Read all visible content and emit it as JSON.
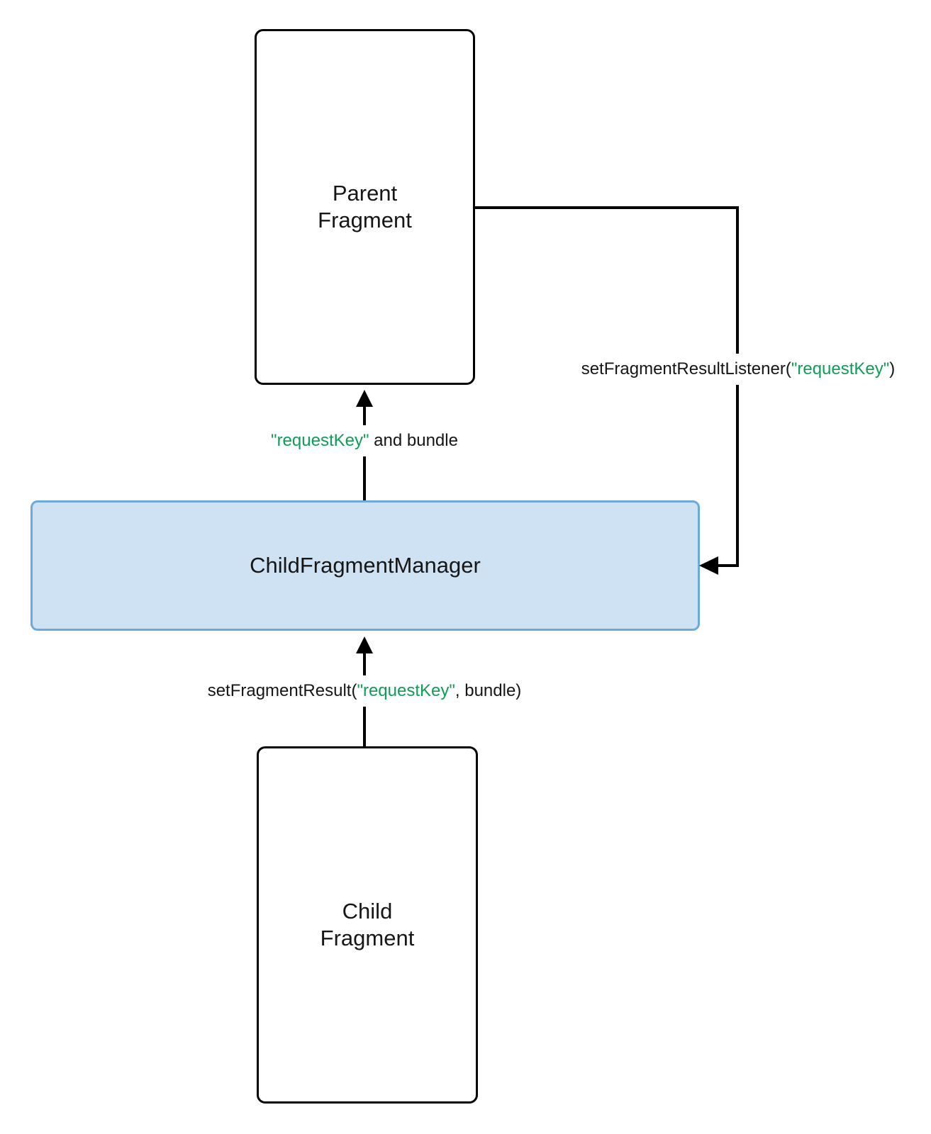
{
  "colors": {
    "key_green": "#0f9d58",
    "line_black": "#000000",
    "manager_fill": "#cfe2f3",
    "manager_border": "#6fa8dc",
    "text_black": "#161616",
    "page_bg": "#ffffff"
  },
  "boxes": {
    "parent": {
      "label_line1": "Parent",
      "label_line2": "Fragment"
    },
    "manager": {
      "label": "ChildFragmentManager"
    },
    "child": {
      "label_line1": "Child",
      "label_line2": "Fragment"
    }
  },
  "annotations": {
    "listener": {
      "prefix": "setFragmentResultListener(",
      "key": "\"requestKey\"",
      "suffix": ")"
    },
    "deliver": {
      "key": "\"requestKey\"",
      "suffix": " and bundle"
    },
    "set_result": {
      "prefix": "setFragmentResult(",
      "key": "\"requestKey\"",
      "suffix": ", bundle)"
    }
  }
}
